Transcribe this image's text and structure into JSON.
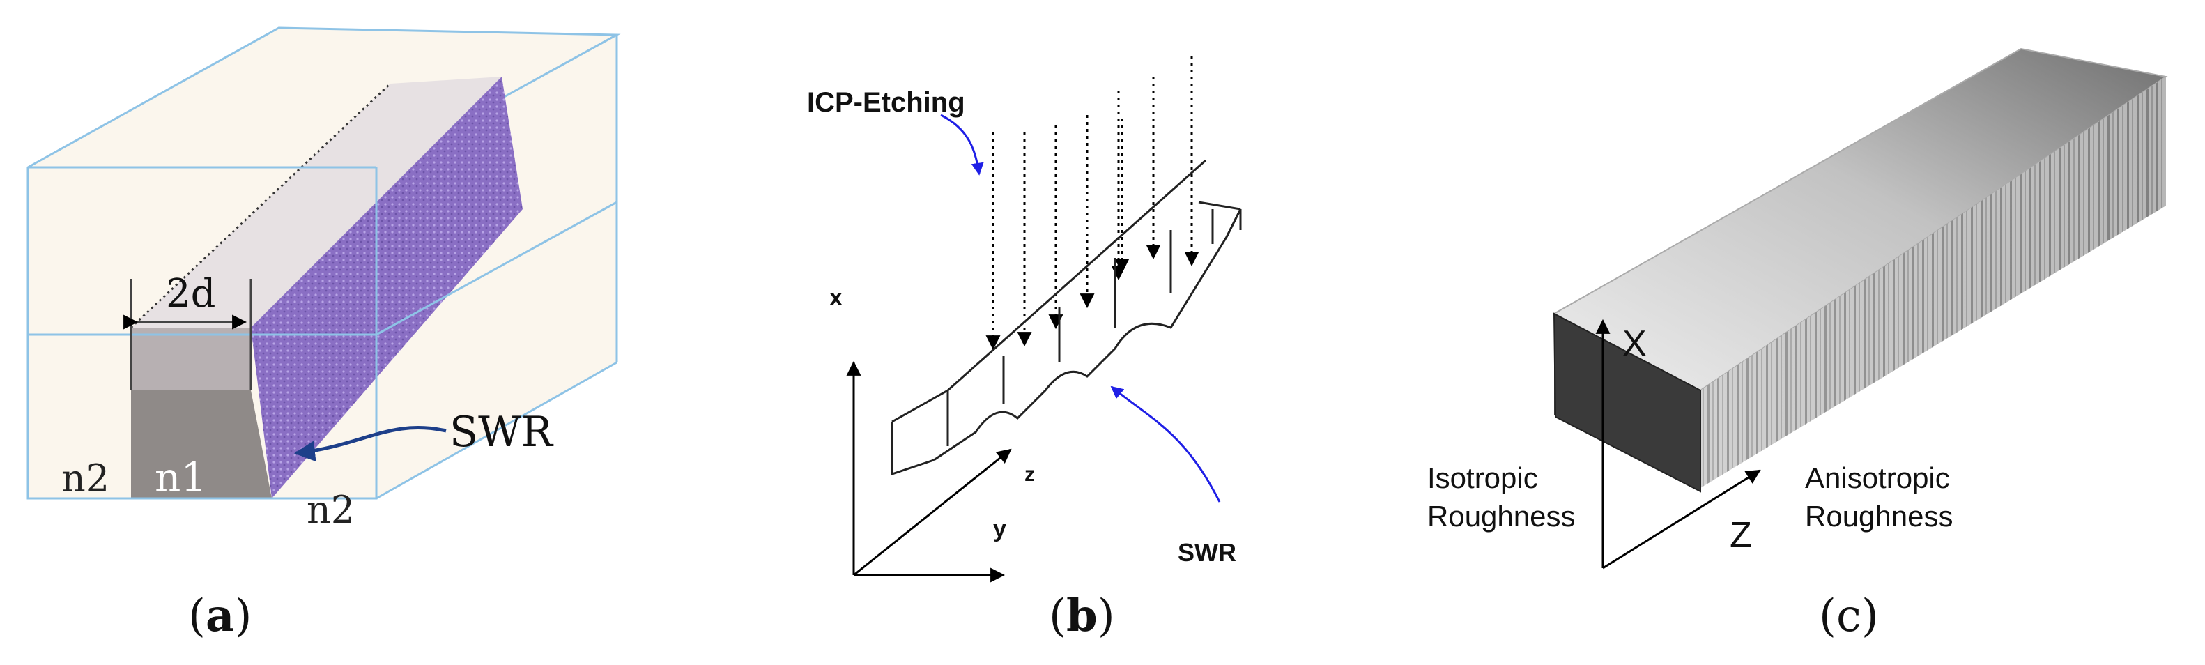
{
  "panel_a": {
    "caption_open": "(",
    "caption_letter": "a",
    "caption_close": ")",
    "width_label": "2d",
    "core_index": "n1",
    "cladding_left": "n2",
    "cladding_right": "n2",
    "swr_label": "SWR"
  },
  "panel_b": {
    "caption_open": "(",
    "caption_letter": "b",
    "caption_close": ")",
    "etch_label": "ICP-Etching",
    "axis_x": "x",
    "axis_y": "y",
    "axis_z": "z",
    "swr_label": "SWR"
  },
  "panel_c": {
    "caption": "(c)",
    "axis_x": "X",
    "axis_z": "Z",
    "iso_line1": "Isotropic",
    "iso_line2": "Roughness",
    "aniso_line1": "Anisotropic",
    "aniso_line2": "Roughness"
  },
  "colors": {
    "box_edge": "#8ec3e6",
    "core_face": "#8f8a88",
    "rough_face": "#8a6fc4",
    "cladding_fill": "#f7eedf",
    "arrow_blue": "#1d3f8a",
    "pointer_blue": "#1f1fe6",
    "block_top": "#c9c9c9",
    "block_end": "#3a3a3a"
  }
}
